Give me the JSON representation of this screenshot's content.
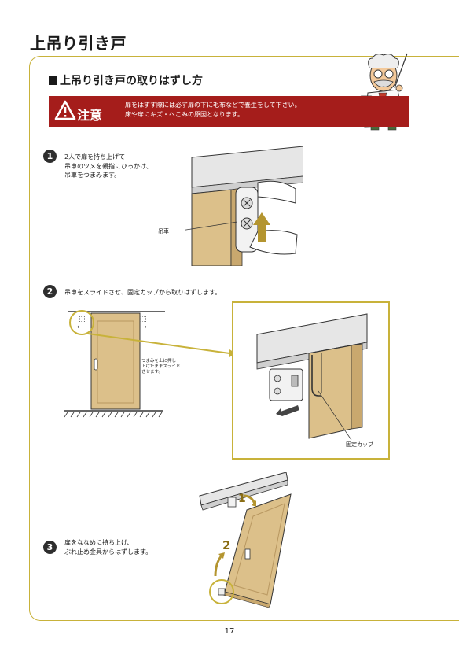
{
  "page": {
    "title": "上吊り引き戸",
    "section_title": "上吊り引き戸の取りはずし方",
    "page_number": "17"
  },
  "warning": {
    "label": "注意",
    "line1": "扉をはずす際には必ず扉の下に毛布などで養生をして下さい。",
    "line2": "床や扉にキズ・へこみの原因となります。"
  },
  "steps": [
    {
      "number": "1",
      "line1": "2人で扉を持ち上げて",
      "line2": "吊車のツメを親指にひっかけ、",
      "line3": "吊車をつまみます。",
      "callout": "吊車"
    },
    {
      "number": "2",
      "line1": "吊車をスライドさせ、固定カップから取りはずします。",
      "note1": "つまみを上に押し",
      "note2": "上げたままスライド",
      "note3": "させます。",
      "callout": "固定カップ"
    },
    {
      "number": "3",
      "line1": "扉をななめに持ち上げ、",
      "line2": "ぶれ止め金具からはずします。",
      "arrow1": "1",
      "arrow2": "2"
    }
  ],
  "colors": {
    "accent": "#c8b23a",
    "warning": "#a51d1b",
    "door": "#dcc08a",
    "door_edge": "#b89760",
    "rail": "#e6e6e6"
  }
}
